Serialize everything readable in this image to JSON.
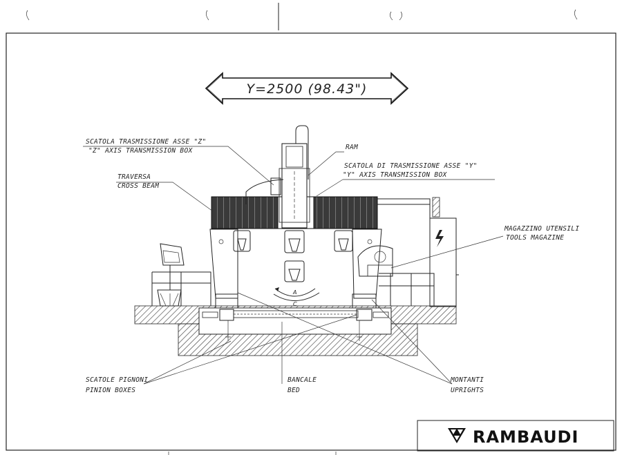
{
  "dimension": {
    "text": "Y=2500 (98.43\")"
  },
  "labels": {
    "z_box_it": "SCATOLA TRASMISSIONE ASSE \"Z\"",
    "z_box_en": "\"Z\" AXIS TRANSMISSION BOX",
    "ram": "RAM",
    "y_box_it": "SCATOLA DI TRASMISSIONE ASSE \"Y\"",
    "y_box_en": "\"Y\" AXIS TRANSMISSION BOX",
    "traversa_it": "TRAVERSA",
    "traversa_en": "CROSS BEAM",
    "magazzino_it": "MAGAZZINO UTENSILI",
    "magazzino_en": "TOOLS MAGAZINE",
    "pignoni_it": "SCATOLE PIGNONI",
    "pignoni_en": "PINION BOXES",
    "bancale_it": "BANCALE",
    "bancale_en": "BED",
    "montanti_it": "MONTANTI",
    "montanti_en": "UPRIGHTS"
  },
  "axis_marks": {
    "a": "A",
    "c": "C"
  },
  "brand": {
    "name": "RAMBAUDI",
    "logo_icon": "rambaudi-triangles-logo"
  },
  "colors": {
    "ink": "#222222",
    "paper": "#ffffff",
    "hatch": "#444444"
  }
}
